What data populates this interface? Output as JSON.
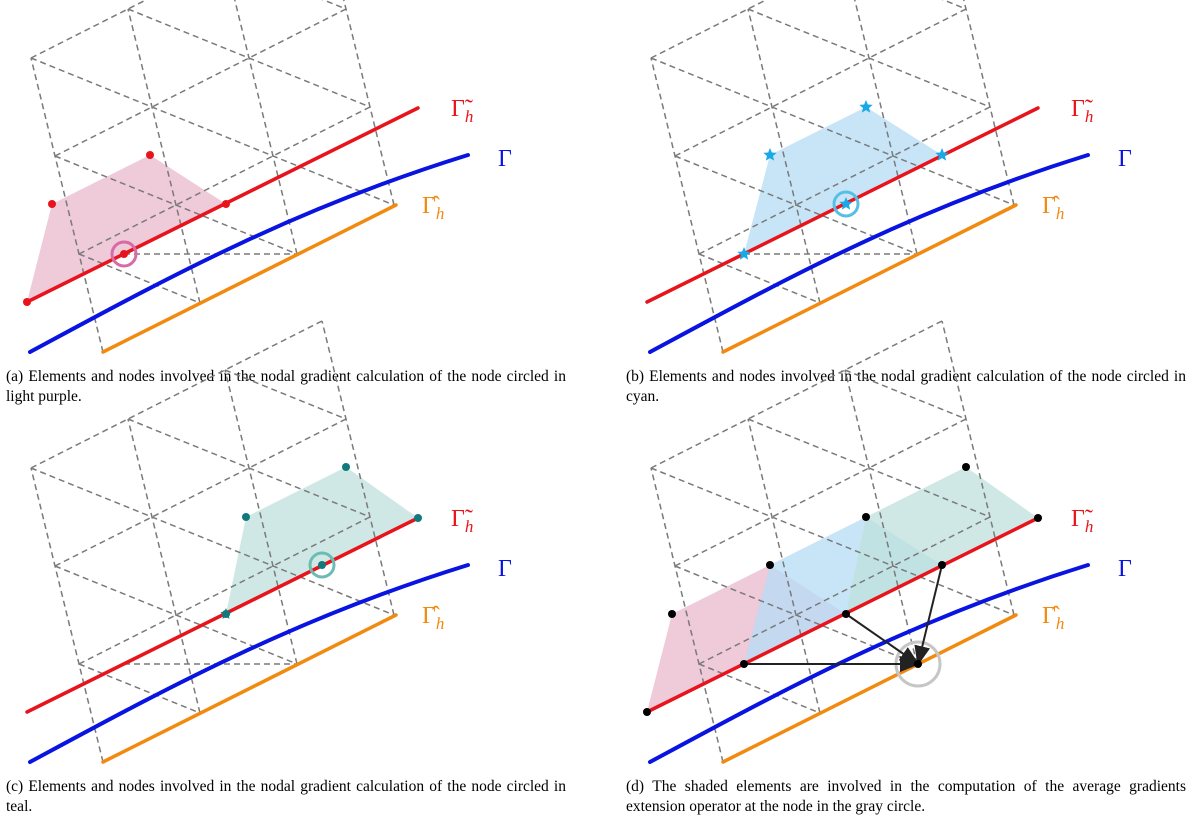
{
  "colors": {
    "gamma_tilde": "#e8141c",
    "gamma": "#0a14e0",
    "gamma_hat": "#f28a10",
    "mesh": "#7a7a7a",
    "purple_fill": "#eab8cc",
    "purple_circle": "#d86aa6",
    "cyan_fill": "#b6dcf6",
    "cyan_circle": "#55bfe6",
    "cyan_star": "#18a9e6",
    "teal_fill": "#bfe0dc",
    "teal_circle": "#6cbcb4",
    "teal_node": "#127a7c",
    "gray_circle": "#c6c6c6",
    "node_black": "#000000",
    "node_red": "#e8141c"
  },
  "labels": {
    "gamma_tilde": "Γ̃",
    "gamma": "Γ",
    "gamma_hat": "Γ̂",
    "subscript": "h"
  },
  "panels": [
    {
      "id": "a",
      "caption": "(a) Elements and nodes involved in the nodal gradient calculation of the node circled in light purple.",
      "highlight": "purple",
      "node_marker": "red-dot"
    },
    {
      "id": "b",
      "caption": "(b) Elements and nodes involved in the nodal gradient calculation of the node circled in cyan.",
      "highlight": "cyan",
      "node_marker": "cyan-star"
    },
    {
      "id": "c",
      "caption": "(c) Elements and nodes involved in the nodal gradient calculation of the node circled in teal.",
      "highlight": "teal",
      "node_marker": "teal-dot"
    },
    {
      "id": "d",
      "caption": "(d) The shaded elements are involved in the computation of the average gradients extension operator at the node in the gray circle.",
      "highlight": "all",
      "node_marker": "black-dot"
    }
  ]
}
